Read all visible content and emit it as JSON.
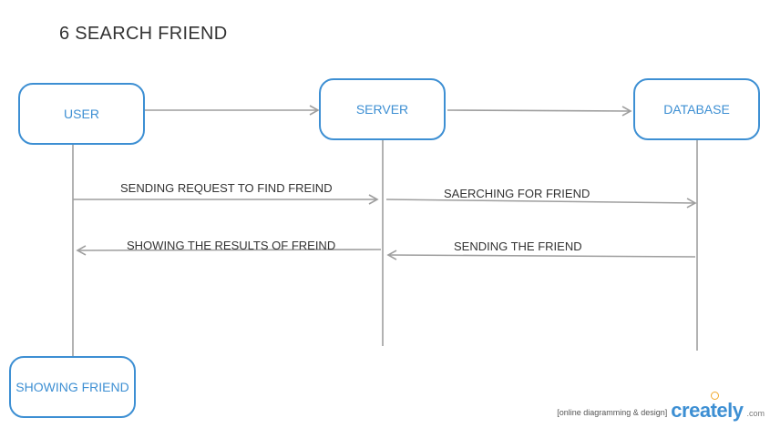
{
  "title": "6 SEARCH FRIEND",
  "participants": {
    "user": "USER",
    "server": "SERVER",
    "database": "DATABASE"
  },
  "result_node": "SHOWING FRIEND",
  "messages": {
    "m1": "SENDING REQUEST TO FIND FREIND",
    "m2": "SAERCHING FOR FRIEND",
    "m3": "SHOWING THE RESULTS OF FREIND",
    "m4": "SENDING THE FRIEND"
  },
  "colors": {
    "box_border": "#3d8fd3",
    "line": "#9e9e9e",
    "text": "#333333",
    "logo_accent": "#f2a92b"
  },
  "watermark": {
    "tagline": "[online diagramming & design]",
    "brand": "creately",
    "suffix": ".com"
  }
}
